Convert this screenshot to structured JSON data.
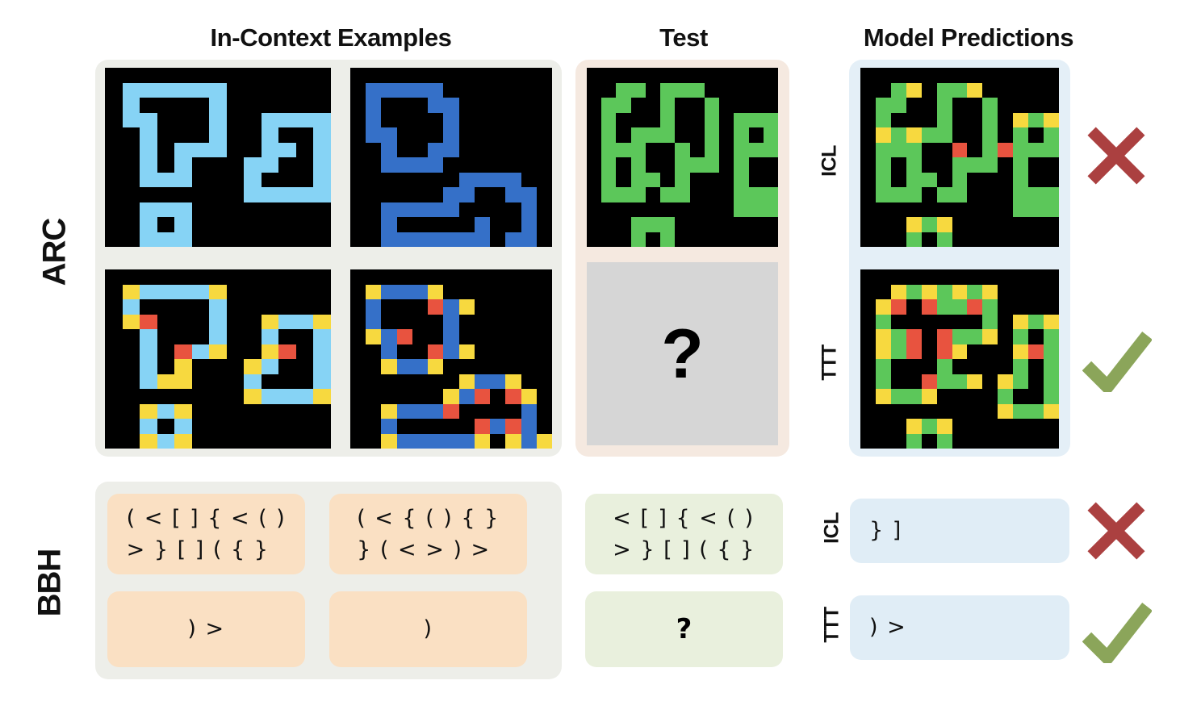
{
  "headers": {
    "in_context": "In-Context Examples",
    "test": "Test",
    "predictions": "Model Predictions"
  },
  "row_labels": {
    "arc": "ARC",
    "bbh": "BBH"
  },
  "method_labels": {
    "icl": "ICL",
    "ttt": "TTT"
  },
  "placeholder": {
    "question_mark": "?"
  },
  "colors": {
    "black": "#000000",
    "light_blue": "#86d3f5",
    "blue": "#3570c8",
    "green": "#5cc75a",
    "yellow": "#f7d93f",
    "red": "#e8533f",
    "panel_grey": "#edeee9",
    "panel_peach": "#f5e9e0",
    "panel_blue": "#e4eff7",
    "card_orange": "#fae0c3",
    "card_green": "#e9f0dd",
    "card_blue": "#e0edf6",
    "q_panel": "#d6d6d6",
    "cross_red": "#ab4040",
    "check_green": "#8fa košt"
  },
  "verdicts": {
    "arc_icl": "cross-icon",
    "arc_ttt": "check-icon",
    "bbh_icl": "cross-icon",
    "bbh_ttt": "check-icon"
  },
  "bbh": {
    "example1": {
      "input": "( < [ ] { < ( )\n> } [ ] ( { }",
      "output": ") >"
    },
    "example2": {
      "input": "( < { ( ) { }\n} ( < > ) >",
      "output": ")"
    },
    "test": {
      "input": "< [ ] { < ( )\n> } [ ] ( { }",
      "output": "?"
    },
    "pred_icl": "} ]",
    "pred_ttt": ") >"
  },
  "arc_grids": {
    "note": "0=black 1=lightblue 2=blue 3=green 4=yellow 5=red",
    "example1_input": {
      "cols": 13,
      "rows": 12,
      "cells": [
        [
          0,
          0,
          0,
          0,
          0,
          0,
          0,
          0,
          0,
          0,
          0,
          0,
          0
        ],
        [
          0,
          1,
          1,
          1,
          1,
          1,
          1,
          0,
          0,
          0,
          0,
          0,
          0
        ],
        [
          0,
          1,
          0,
          0,
          0,
          0,
          1,
          0,
          0,
          0,
          0,
          0,
          0
        ],
        [
          0,
          1,
          1,
          0,
          0,
          0,
          1,
          0,
          0,
          1,
          1,
          1,
          1
        ],
        [
          0,
          0,
          1,
          0,
          0,
          0,
          1,
          0,
          0,
          1,
          0,
          0,
          1
        ],
        [
          0,
          0,
          1,
          0,
          1,
          1,
          1,
          0,
          0,
          1,
          1,
          0,
          1
        ],
        [
          0,
          0,
          1,
          0,
          1,
          0,
          0,
          0,
          1,
          1,
          0,
          0,
          1
        ],
        [
          0,
          0,
          1,
          1,
          1,
          0,
          0,
          0,
          1,
          0,
          0,
          0,
          1
        ],
        [
          0,
          0,
          0,
          0,
          0,
          0,
          0,
          0,
          1,
          1,
          1,
          1,
          1
        ],
        [
          0,
          0,
          1,
          1,
          1,
          0,
          0,
          0,
          0,
          0,
          0,
          0,
          0
        ],
        [
          0,
          0,
          1,
          0,
          1,
          0,
          0,
          0,
          0,
          0,
          0,
          0,
          0
        ],
        [
          0,
          0,
          1,
          1,
          1,
          0,
          0,
          0,
          0,
          0,
          0,
          0,
          0
        ]
      ]
    },
    "example1_output": {
      "cols": 13,
      "rows": 12,
      "cells": [
        [
          0,
          0,
          0,
          0,
          0,
          0,
          0,
          0,
          0,
          0,
          0,
          0,
          0
        ],
        [
          0,
          4,
          1,
          1,
          1,
          1,
          4,
          0,
          0,
          0,
          0,
          0,
          0
        ],
        [
          0,
          1,
          0,
          0,
          0,
          0,
          1,
          0,
          0,
          0,
          0,
          0,
          0
        ],
        [
          0,
          4,
          5,
          0,
          0,
          0,
          1,
          0,
          0,
          4,
          1,
          1,
          4
        ],
        [
          0,
          0,
          1,
          0,
          0,
          0,
          1,
          0,
          0,
          1,
          0,
          0,
          1
        ],
        [
          0,
          0,
          1,
          0,
          5,
          1,
          4,
          0,
          0,
          4,
          5,
          0,
          1
        ],
        [
          0,
          0,
          1,
          0,
          4,
          0,
          0,
          0,
          4,
          1,
          0,
          0,
          1
        ],
        [
          0,
          0,
          1,
          4,
          4,
          0,
          0,
          0,
          1,
          0,
          0,
          0,
          1
        ],
        [
          0,
          0,
          0,
          0,
          0,
          0,
          0,
          0,
          4,
          1,
          1,
          1,
          4
        ],
        [
          0,
          0,
          4,
          1,
          4,
          0,
          0,
          0,
          0,
          0,
          0,
          0,
          0
        ],
        [
          0,
          0,
          1,
          0,
          1,
          0,
          0,
          0,
          0,
          0,
          0,
          0,
          0
        ],
        [
          0,
          0,
          4,
          1,
          4,
          0,
          0,
          0,
          0,
          0,
          0,
          0,
          0
        ]
      ]
    },
    "example2_input": {
      "cols": 13,
      "rows": 12,
      "cells": [
        [
          0,
          0,
          0,
          0,
          0,
          0,
          0,
          0,
          0,
          0,
          0,
          0,
          0
        ],
        [
          0,
          2,
          2,
          2,
          2,
          2,
          0,
          0,
          0,
          0,
          0,
          0,
          0
        ],
        [
          0,
          2,
          0,
          0,
          0,
          2,
          2,
          0,
          0,
          0,
          0,
          0,
          0
        ],
        [
          0,
          2,
          0,
          0,
          0,
          0,
          2,
          0,
          0,
          0,
          0,
          0,
          0
        ],
        [
          0,
          2,
          2,
          0,
          0,
          0,
          2,
          0,
          0,
          0,
          0,
          0,
          0
        ],
        [
          0,
          0,
          2,
          0,
          0,
          2,
          2,
          0,
          0,
          0,
          0,
          0,
          0
        ],
        [
          0,
          0,
          2,
          2,
          2,
          2,
          0,
          0,
          0,
          0,
          0,
          0,
          0
        ],
        [
          0,
          0,
          0,
          0,
          0,
          0,
          0,
          2,
          2,
          2,
          2,
          0,
          0
        ],
        [
          0,
          0,
          0,
          0,
          0,
          0,
          2,
          2,
          0,
          0,
          2,
          2,
          0
        ],
        [
          0,
          0,
          2,
          2,
          2,
          2,
          2,
          0,
          0,
          0,
          0,
          2,
          0
        ],
        [
          0,
          0,
          2,
          0,
          0,
          0,
          0,
          0,
          2,
          0,
          0,
          2,
          0
        ],
        [
          0,
          0,
          2,
          2,
          2,
          2,
          2,
          2,
          2,
          0,
          2,
          2,
          0
        ]
      ]
    },
    "example2_output": {
      "cols": 13,
      "rows": 12,
      "cells": [
        [
          0,
          0,
          0,
          0,
          0,
          0,
          0,
          0,
          0,
          0,
          0,
          0,
          0
        ],
        [
          0,
          4,
          2,
          2,
          2,
          4,
          0,
          0,
          0,
          0,
          0,
          0,
          0
        ],
        [
          0,
          2,
          0,
          0,
          0,
          5,
          2,
          4,
          0,
          0,
          0,
          0,
          0
        ],
        [
          0,
          2,
          0,
          0,
          0,
          0,
          2,
          0,
          0,
          0,
          0,
          0,
          0
        ],
        [
          0,
          4,
          2,
          5,
          0,
          0,
          2,
          0,
          0,
          0,
          0,
          0,
          0
        ],
        [
          0,
          0,
          2,
          0,
          0,
          5,
          2,
          4,
          0,
          0,
          0,
          0,
          0
        ],
        [
          0,
          0,
          4,
          2,
          2,
          4,
          0,
          0,
          0,
          0,
          0,
          0,
          0
        ],
        [
          0,
          0,
          0,
          0,
          0,
          0,
          0,
          4,
          2,
          2,
          4,
          0,
          0
        ],
        [
          0,
          0,
          0,
          0,
          0,
          0,
          4,
          2,
          5,
          0,
          5,
          4,
          0
        ],
        [
          0,
          0,
          4,
          2,
          2,
          2,
          5,
          0,
          0,
          0,
          0,
          2,
          0
        ],
        [
          0,
          0,
          2,
          0,
          0,
          0,
          0,
          0,
          5,
          2,
          5,
          2,
          0
        ],
        [
          0,
          0,
          4,
          2,
          2,
          2,
          2,
          2,
          4,
          0,
          4,
          2,
          4
        ]
      ]
    },
    "test_input": {
      "cols": 13,
      "rows": 12,
      "cells": [
        [
          0,
          0,
          0,
          0,
          0,
          0,
          0,
          0,
          0,
          0,
          0,
          0,
          0
        ],
        [
          0,
          0,
          3,
          3,
          0,
          3,
          3,
          3,
          0,
          0,
          0,
          0,
          0
        ],
        [
          0,
          3,
          3,
          0,
          0,
          3,
          0,
          0,
          3,
          0,
          0,
          0,
          0
        ],
        [
          0,
          3,
          0,
          0,
          0,
          3,
          0,
          0,
          3,
          0,
          3,
          3,
          3
        ],
        [
          0,
          3,
          0,
          3,
          3,
          3,
          0,
          0,
          3,
          0,
          3,
          0,
          3
        ],
        [
          0,
          3,
          3,
          3,
          0,
          0,
          3,
          0,
          3,
          0,
          3,
          3,
          3
        ],
        [
          0,
          3,
          0,
          3,
          0,
          0,
          3,
          3,
          3,
          0,
          3,
          0,
          0
        ],
        [
          0,
          3,
          0,
          3,
          3,
          0,
          3,
          0,
          0,
          0,
          3,
          0,
          0
        ],
        [
          0,
          3,
          3,
          3,
          0,
          3,
          3,
          0,
          0,
          0,
          3,
          3,
          3
        ],
        [
          0,
          0,
          0,
          0,
          0,
          0,
          0,
          0,
          0,
          0,
          3,
          3,
          3
        ],
        [
          0,
          0,
          0,
          3,
          3,
          3,
          0,
          0,
          0,
          0,
          0,
          0,
          0
        ],
        [
          0,
          0,
          0,
          3,
          0,
          3,
          0,
          0,
          0,
          0,
          0,
          0,
          0
        ]
      ]
    },
    "pred_icl": {
      "cols": 13,
      "rows": 12,
      "cells": [
        [
          0,
          0,
          0,
          0,
          0,
          0,
          0,
          0,
          0,
          0,
          0,
          0,
          0
        ],
        [
          0,
          0,
          3,
          4,
          0,
          3,
          3,
          4,
          0,
          0,
          0,
          0,
          0
        ],
        [
          0,
          3,
          3,
          0,
          0,
          3,
          0,
          0,
          3,
          0,
          0,
          0,
          0
        ],
        [
          0,
          3,
          0,
          0,
          0,
          3,
          0,
          0,
          3,
          0,
          4,
          3,
          4
        ],
        [
          0,
          4,
          3,
          4,
          3,
          3,
          0,
          0,
          3,
          0,
          3,
          0,
          3
        ],
        [
          0,
          3,
          3,
          3,
          0,
          0,
          5,
          0,
          3,
          5,
          3,
          3,
          3
        ],
        [
          0,
          3,
          0,
          3,
          0,
          0,
          3,
          3,
          3,
          0,
          3,
          0,
          0
        ],
        [
          0,
          3,
          0,
          3,
          3,
          0,
          3,
          0,
          0,
          0,
          3,
          0,
          0
        ],
        [
          0,
          3,
          3,
          3,
          0,
          3,
          3,
          0,
          0,
          0,
          3,
          3,
          3
        ],
        [
          0,
          0,
          0,
          0,
          0,
          0,
          0,
          0,
          0,
          0,
          3,
          3,
          3
        ],
        [
          0,
          0,
          0,
          4,
          3,
          4,
          0,
          0,
          0,
          0,
          0,
          0,
          0
        ],
        [
          0,
          0,
          0,
          3,
          0,
          3,
          0,
          0,
          0,
          0,
          0,
          0,
          0
        ]
      ]
    },
    "pred_ttt": {
      "cols": 13,
      "rows": 12,
      "cells": [
        [
          0,
          0,
          0,
          0,
          0,
          0,
          0,
          0,
          0,
          0,
          0,
          0,
          0
        ],
        [
          0,
          0,
          4,
          3,
          4,
          3,
          4,
          3,
          4,
          0,
          0,
          0,
          0
        ],
        [
          0,
          4,
          5,
          0,
          5,
          3,
          3,
          5,
          3,
          0,
          0,
          0,
          0
        ],
        [
          0,
          3,
          0,
          0,
          0,
          0,
          0,
          0,
          3,
          0,
          4,
          3,
          4
        ],
        [
          0,
          4,
          3,
          5,
          0,
          5,
          3,
          3,
          4,
          0,
          3,
          0,
          3
        ],
        [
          0,
          4,
          3,
          5,
          0,
          5,
          4,
          0,
          0,
          0,
          4,
          5,
          3
        ],
        [
          0,
          3,
          0,
          0,
          0,
          3,
          0,
          0,
          0,
          0,
          3,
          0,
          3
        ],
        [
          0,
          3,
          0,
          0,
          5,
          3,
          3,
          4,
          0,
          4,
          3,
          0,
          3
        ],
        [
          0,
          4,
          3,
          3,
          4,
          0,
          0,
          0,
          0,
          3,
          0,
          0,
          3
        ],
        [
          0,
          0,
          0,
          0,
          0,
          0,
          0,
          0,
          0,
          4,
          3,
          3,
          4
        ],
        [
          0,
          0,
          0,
          4,
          3,
          4,
          0,
          0,
          0,
          0,
          0,
          0,
          0
        ],
        [
          0,
          0,
          0,
          3,
          0,
          3,
          0,
          0,
          0,
          0,
          0,
          0,
          0
        ]
      ]
    }
  }
}
